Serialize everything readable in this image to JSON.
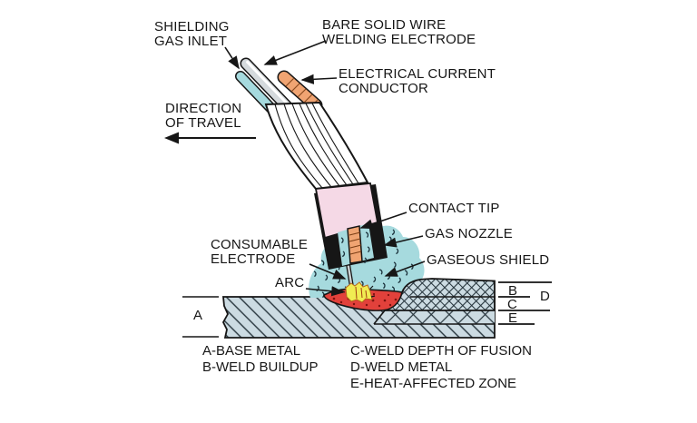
{
  "labels": {
    "shielding_gas_inlet": "SHIELDING\nGAS INLET",
    "bare_wire": "BARE SOLID WIRE\nWELDING ELECTRODE",
    "conductor": "ELECTRICAL CURRENT\nCONDUCTOR",
    "direction": "DIRECTION\nOF TRAVEL",
    "contact_tip": "CONTACT TIP",
    "gas_nozzle": "GAS NOZZLE",
    "gaseous_shield": "GASEOUS SHIELD",
    "consumable_electrode": "CONSUMABLE\nELECTRODE",
    "arc": "ARC"
  },
  "zones": {
    "a": "A",
    "b": "B",
    "c": "C",
    "d": "D",
    "e": "E"
  },
  "legend": {
    "a": "A-BASE METAL",
    "b": "B-WELD BUILDUP",
    "c": "C-WELD DEPTH OF FUSION",
    "d": "D-WELD METAL",
    "e": "E-HEAT-AFFECTED ZONE"
  },
  "colors": {
    "shield": "#a6dade",
    "orange": "#f0a472",
    "pink": "#f5d9e6",
    "red": "#e2413b",
    "yellow": "#f0ec52",
    "plate": "#ccdbe2",
    "tube": "#d5dadd",
    "ink": "#161616"
  }
}
